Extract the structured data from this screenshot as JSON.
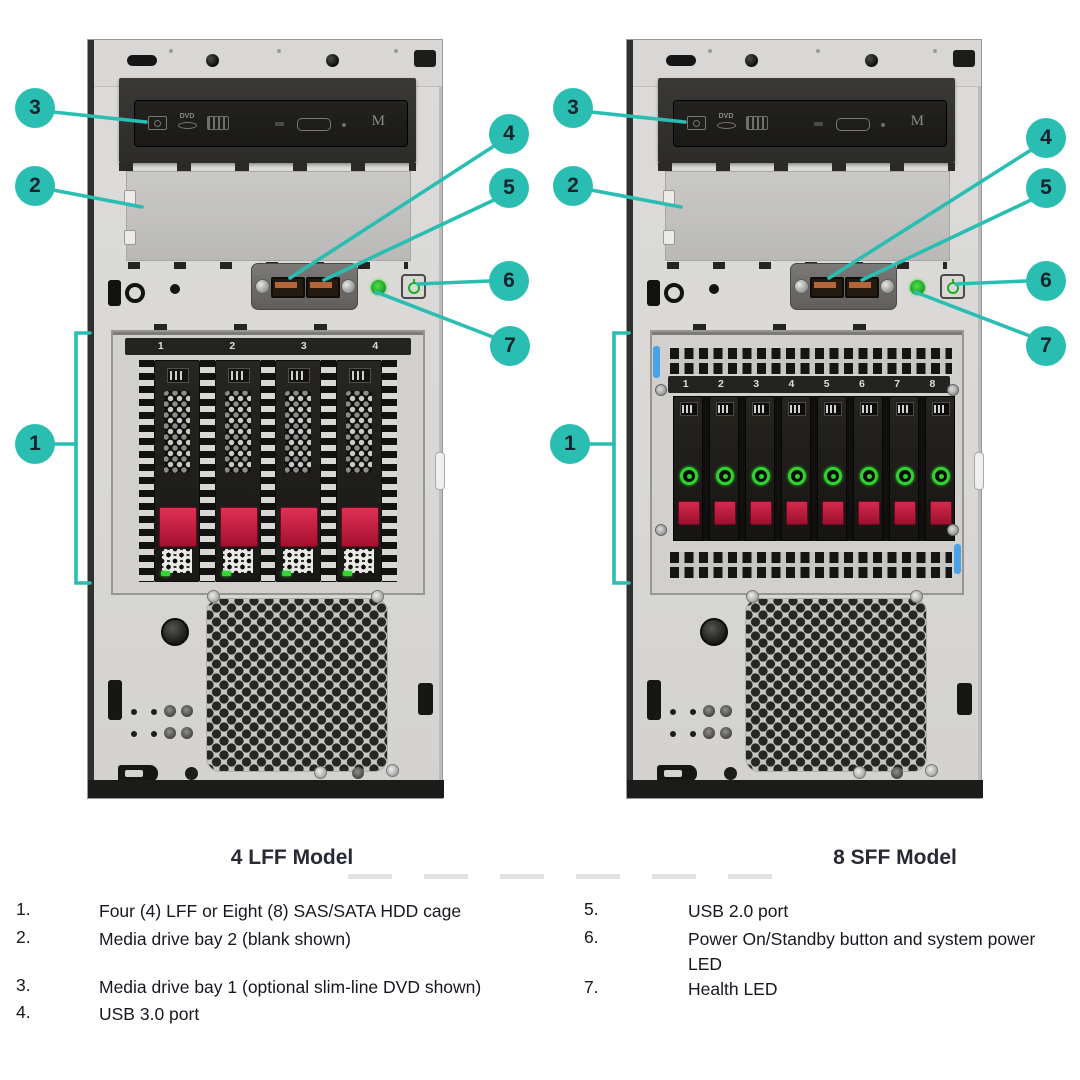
{
  "colors": {
    "callout_teal": "#2abeb2",
    "callout_number": "#14242e",
    "drive_latch_red": "#c51d44",
    "led_green": "#2ed32e",
    "blue_clip": "#4aa3e8",
    "chassis_gray": "#dbdad8"
  },
  "callouts": {
    "labels": [
      "1",
      "2",
      "3",
      "4",
      "5",
      "6",
      "7"
    ]
  },
  "towers": {
    "left": {
      "label": "4 LFF Model",
      "bays": [
        "1",
        "2",
        "3",
        "4"
      ]
    },
    "right": {
      "label": "8 SFF Model",
      "bays": [
        "1",
        "2",
        "3",
        "4",
        "5",
        "6",
        "7",
        "8"
      ]
    }
  },
  "dvd": {
    "badge": "DVD",
    "letter": "M"
  },
  "legend": {
    "left": [
      {
        "num": "1.",
        "text": "Four (4) LFF or Eight (8) SAS/SATA HDD cage"
      },
      {
        "num": "2.",
        "text": "Media drive bay 2 (blank shown)"
      },
      {
        "num": "3.",
        "text": "Media drive bay 1 (optional slim-line DVD shown)"
      },
      {
        "num": "4.",
        "text": "USB 3.0 port"
      }
    ],
    "right": [
      {
        "num": "5.",
        "text": "USB 2.0 port"
      },
      {
        "num": "6.",
        "text": "Power On/Standby button and system power LED"
      },
      {
        "num": "7.",
        "text": "Health LED"
      }
    ]
  }
}
